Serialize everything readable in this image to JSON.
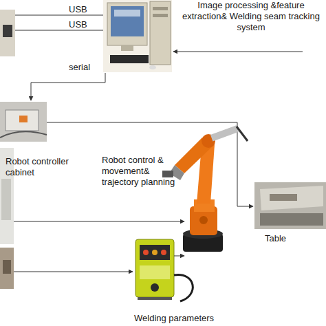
{
  "diagram": {
    "nodes": [
      {
        "text": [
          "Image processing &feature extraction& Welding seam tracking system"
        ]
      },
      {
        "text": [
          "Robot controller cabinet"
        ]
      },
      {
        "text": [
          "Robot control & movement& trajectory planning"
        ]
      },
      {
        "text": [
          "Table"
        ]
      },
      {
        "text": [
          "Welding parameters"
        ]
      }
    ],
    "edges": [
      {
        "from": 1,
        "to": 2,
        "arrow": "to"
      },
      {
        "from": 4,
        "to": 2,
        "arrow": "to"
      }
    ],
    "labels": [
      "USB",
      "USB",
      "serial"
    ]
  }
}
